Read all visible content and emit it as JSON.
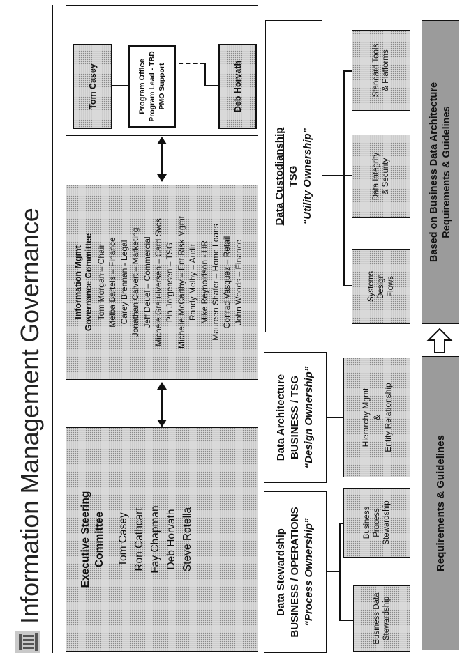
{
  "title": "Information Management Governance",
  "logo_icon": "building-columns-icon",
  "executive_committee": {
    "title_line1": "Executive Steering",
    "title_line2": "Committee",
    "members": [
      "Tom Casey",
      "Ron Cathcart",
      "Fay Chapman",
      "Deb Horvath",
      "Steve Rotella"
    ]
  },
  "governance_committee": {
    "title_line1": "Information Mgmt",
    "title_line2": "Governance Committee",
    "members": [
      "Tom Morgan – Chair",
      "Melba Bartels – Finance",
      "Carey Brennan - Legal",
      "Jonathan Calvert – Marketing",
      "Jeff Deuel – Commercial",
      "Michele Grau-Iversen – Card Svcs",
      "Pia Jorgensen – TSG",
      "Michelle McCarthy – Ent Risk Mgmt",
      "Randy Melby – Audit",
      "Mike Reynoldson - HR",
      "Maureen Shafer – Home Loans",
      "Conrad Vasquez – Retail",
      "John Woods – Finance"
    ]
  },
  "program": {
    "left_name": "Tom Casey",
    "right_name": "Deb Horvath",
    "office_line1": "Program Office",
    "office_line2": "Program Lead - TBD",
    "office_line3": "PMO Support"
  },
  "stewardship": {
    "heading": "Data Stewardship",
    "sub": "BUSINESS / OPERATIONS",
    "role": "“Process Ownership”",
    "children": [
      {
        "line1": "Business Data",
        "line2": "Stewardship",
        "line3": ""
      },
      {
        "line1": "Business",
        "line2": "Process",
        "line3": "Stewardship"
      }
    ]
  },
  "architecture": {
    "heading": "Data Architecture",
    "sub": "BUSINESS / TSG",
    "role": "“Design Ownership”",
    "child": {
      "line1": "Hierarchy Mgmt",
      "line2": "&",
      "line3": "Entity Relationship"
    }
  },
  "custodianship": {
    "heading": "Data Custodianship",
    "sub": "TSG",
    "role": "“Utility Ownership”",
    "children": [
      {
        "line1": "Systems",
        "line2": "Design",
        "line3": "Flows"
      },
      {
        "line1": "Data Integrity",
        "line2": "& Security",
        "line3": ""
      },
      {
        "line1": "Standard Tools",
        "line2": "& Platforms",
        "line3": ""
      }
    ]
  },
  "footer": {
    "requirements": "Requirements & Guidelines",
    "based_line1": "Based on Business Data Architecture",
    "based_line2": "Requirements & Guidelines",
    "arrow_icon": "outline-right-arrow-icon"
  }
}
